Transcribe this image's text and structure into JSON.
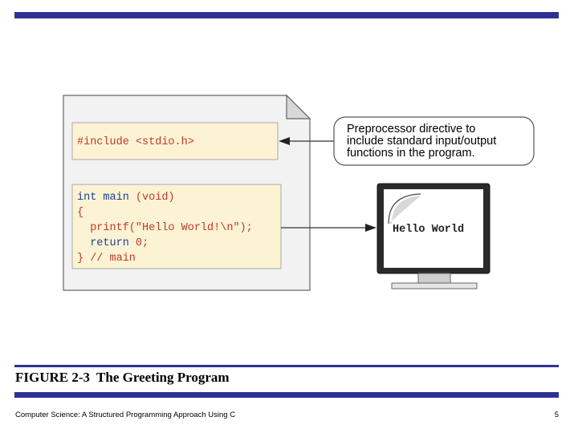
{
  "figure": {
    "label": "FIGURE 2-3",
    "title": "The Greeting Program"
  },
  "footer": {
    "book_title": "Computer Science: A Structured Programming Approach Using C",
    "page_number": "5"
  },
  "program": {
    "preprocessor": "#include <stdio.h>",
    "main_lines": [
      {
        "keyword": "int main ",
        "rest": "(void)"
      },
      {
        "keyword": "",
        "rest": "{"
      },
      {
        "keyword": "",
        "rest": "  printf(\"Hello World!\\n\");"
      },
      {
        "keyword": "  return ",
        "rest": "0;"
      },
      {
        "keyword": "",
        "rest": "} // main"
      }
    ]
  },
  "callout": {
    "lines": [
      "Preprocessor directive to",
      "include standard input/output",
      "functions in the program."
    ]
  },
  "monitor": {
    "output": "Hello World"
  },
  "colors": {
    "accent_rule": "#2e3192",
    "code_box_fill": "#fbf3d3",
    "code_text": "#c0392b"
  }
}
